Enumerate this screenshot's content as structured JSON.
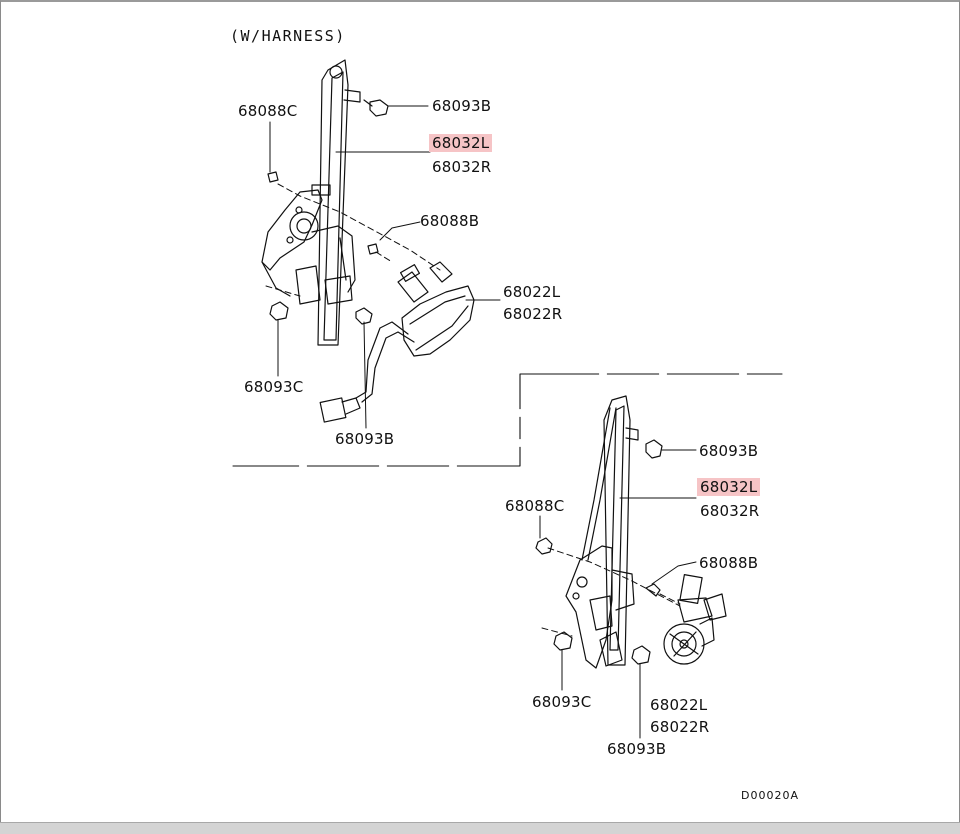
{
  "diagram": {
    "header_note": "(W/HARNESS)",
    "drawing_id": "D00020A",
    "highlight_color": "#f6c4c6",
    "upper_assembly": {
      "labels": {
        "bolt_top": "68093B",
        "regulator_l": "68032L",
        "regulator_r": "68032R",
        "screw_left": "68088C",
        "screw_right": "68088B",
        "motor_l": "68022L",
        "motor_r": "68022R",
        "bolt_left": "68093C",
        "bolt_bottom": "68093B"
      }
    },
    "lower_assembly": {
      "labels": {
        "bolt_top": "68093B",
        "regulator_l": "68032L",
        "regulator_r": "68032R",
        "screw_left": "68088C",
        "screw_right": "68088B",
        "bolt_left": "68093C",
        "motor_l": "68022L",
        "motor_r": "68022R",
        "bolt_bottom": "68093B"
      }
    }
  }
}
